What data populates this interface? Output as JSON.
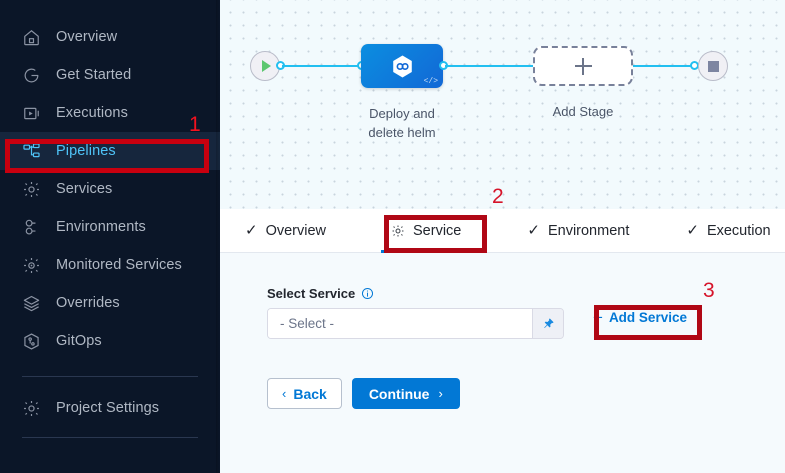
{
  "sidebar": {
    "items": [
      {
        "label": "Overview",
        "icon": "home-icon",
        "active": false
      },
      {
        "label": "Get Started",
        "icon": "get-started-icon",
        "active": false
      },
      {
        "label": "Executions",
        "icon": "executions-icon",
        "active": false
      },
      {
        "label": "Pipelines",
        "icon": "pipelines-icon",
        "active": true
      },
      {
        "label": "Services",
        "icon": "gear-icon",
        "active": false
      },
      {
        "label": "Environments",
        "icon": "environments-icon",
        "active": false
      },
      {
        "label": "Monitored Services",
        "icon": "monitored-services-icon",
        "active": false
      },
      {
        "label": "Overrides",
        "icon": "layers-icon",
        "active": false
      },
      {
        "label": "GitOps",
        "icon": "gitops-icon",
        "active": false
      }
    ],
    "footer": {
      "label": "Project Settings",
      "icon": "gear-icon"
    },
    "active_color": "#4fc3f7",
    "background": "#0b1628"
  },
  "canvas": {
    "start_node": {
      "icon": "play-icon"
    },
    "end_node": {
      "icon": "stop-icon"
    },
    "stage": {
      "label": "Deploy and\ndelete helm",
      "label_line1": "Deploy and",
      "label_line2": "delete helm",
      "icon": "chain-hexagon-icon",
      "badge": "</>",
      "color": "#0b8ee0"
    },
    "add_stage": {
      "label": "Add Stage",
      "icon": "plus-icon"
    },
    "connector_color": "#22bff0"
  },
  "tabs": [
    {
      "id": "overview",
      "label": "Overview",
      "icon": "check-icon",
      "selected": false
    },
    {
      "id": "service",
      "label": "Service",
      "icon": "gear-icon",
      "selected": true
    },
    {
      "id": "environment",
      "label": "Environment",
      "icon": "check-icon",
      "selected": false
    },
    {
      "id": "execution",
      "label": "Execution",
      "icon": "check-icon",
      "selected": false
    }
  ],
  "form": {
    "select_service_label": "Select Service",
    "info_icon": "info-icon",
    "select_placeholder": "- Select -",
    "select_value": "- Select -",
    "pin_icon": "pin-icon",
    "add_service_label": "Add Service",
    "add_service_plus": "+",
    "back_label": "Back",
    "back_chevron": "‹",
    "continue_label": "Continue",
    "continue_chevron": "›",
    "primary_color": "#0278d5"
  },
  "annotations": {
    "n1": "1",
    "n2": "2",
    "n3": "3",
    "color": "#e8112d",
    "box_color": "#b00715"
  }
}
